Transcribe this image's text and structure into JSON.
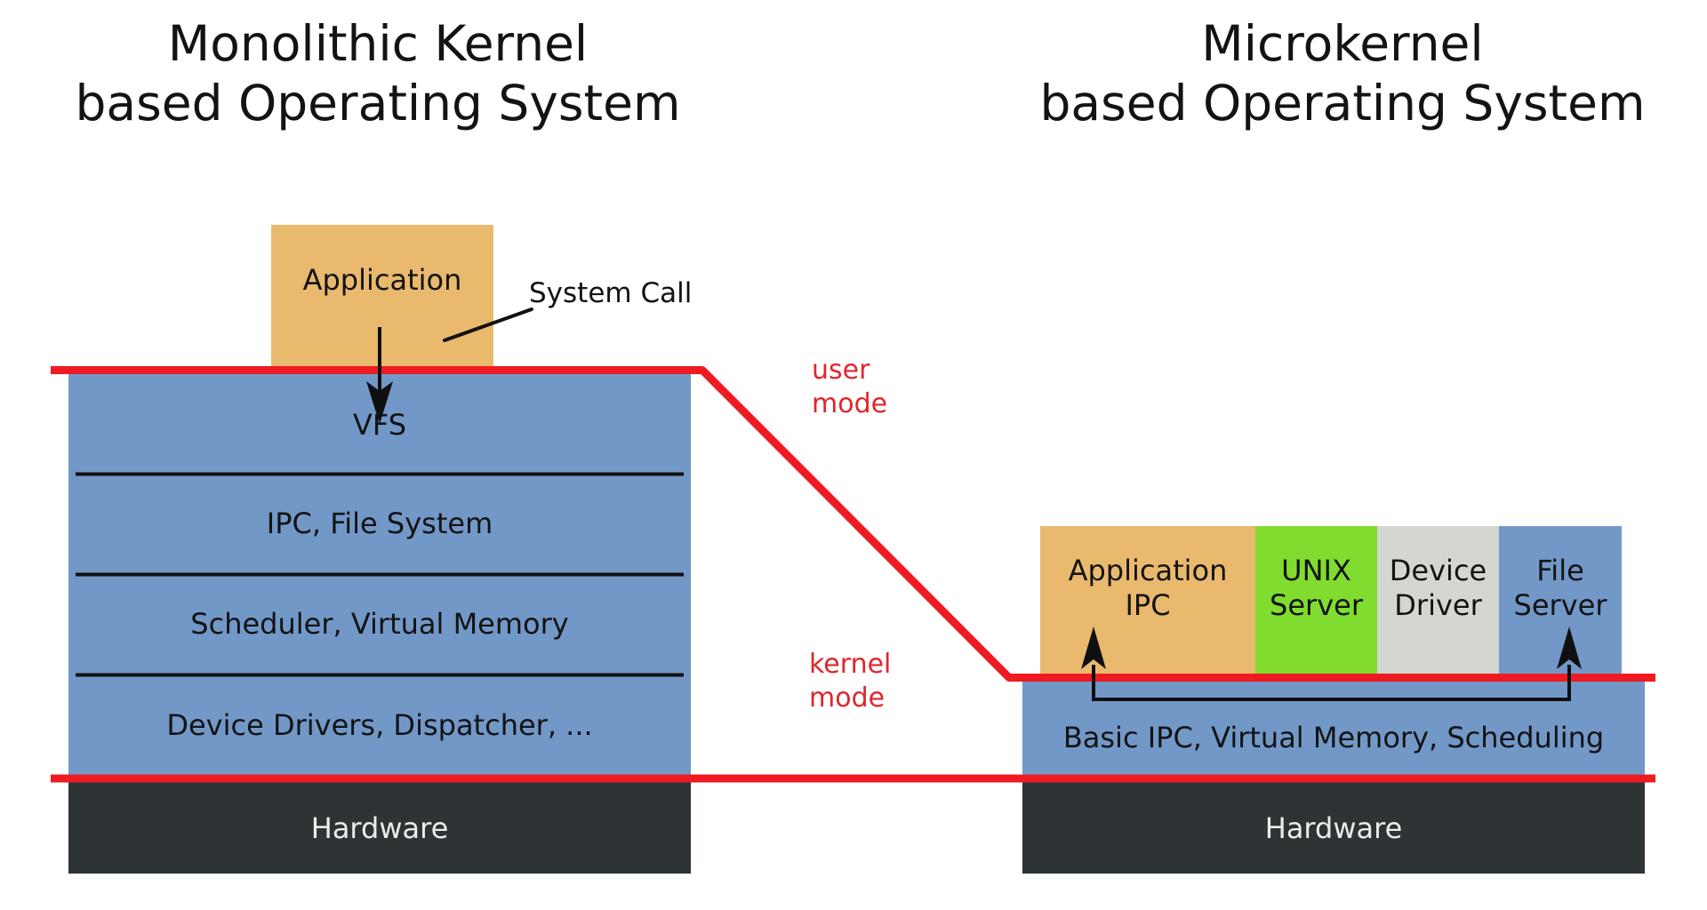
{
  "diagram": {
    "left": {
      "title_line1": "Monolithic Kernel",
      "title_line2": "based Operating System",
      "application_label": "Application",
      "system_call_label": "System Call",
      "layers": [
        "VFS",
        "IPC, File System",
        "Scheduler, Virtual Memory",
        "Device Drivers, Dispatcher, ..."
      ],
      "hardware_label": "Hardware"
    },
    "right": {
      "title_line1": "Microkernel",
      "title_line2": "based Operating System",
      "servers": [
        {
          "line1": "Application",
          "line2": "IPC"
        },
        {
          "line1": "UNIX",
          "line2": "Server"
        },
        {
          "line1": "Device",
          "line2": "Driver"
        },
        {
          "line1": "File",
          "line2": "Server"
        }
      ],
      "kernel_label": "Basic IPC, Virtual Memory, Scheduling",
      "hardware_label": "Hardware"
    },
    "modes": {
      "user_line1": "user",
      "user_line2": "mode",
      "kernel_line1": "kernel",
      "kernel_line2": "mode"
    },
    "colors": {
      "application_orange": "#e9b96e",
      "kernel_blue": "#7298c8",
      "unix_green": "#80dc2f",
      "device_gray": "#d3d7cf",
      "hardware_dark": "#2e3436",
      "boundary_red": "#ee1b22",
      "mode_label_red": "#e0262c",
      "text_black": "#131313",
      "hardware_text": "#ebedec"
    }
  }
}
